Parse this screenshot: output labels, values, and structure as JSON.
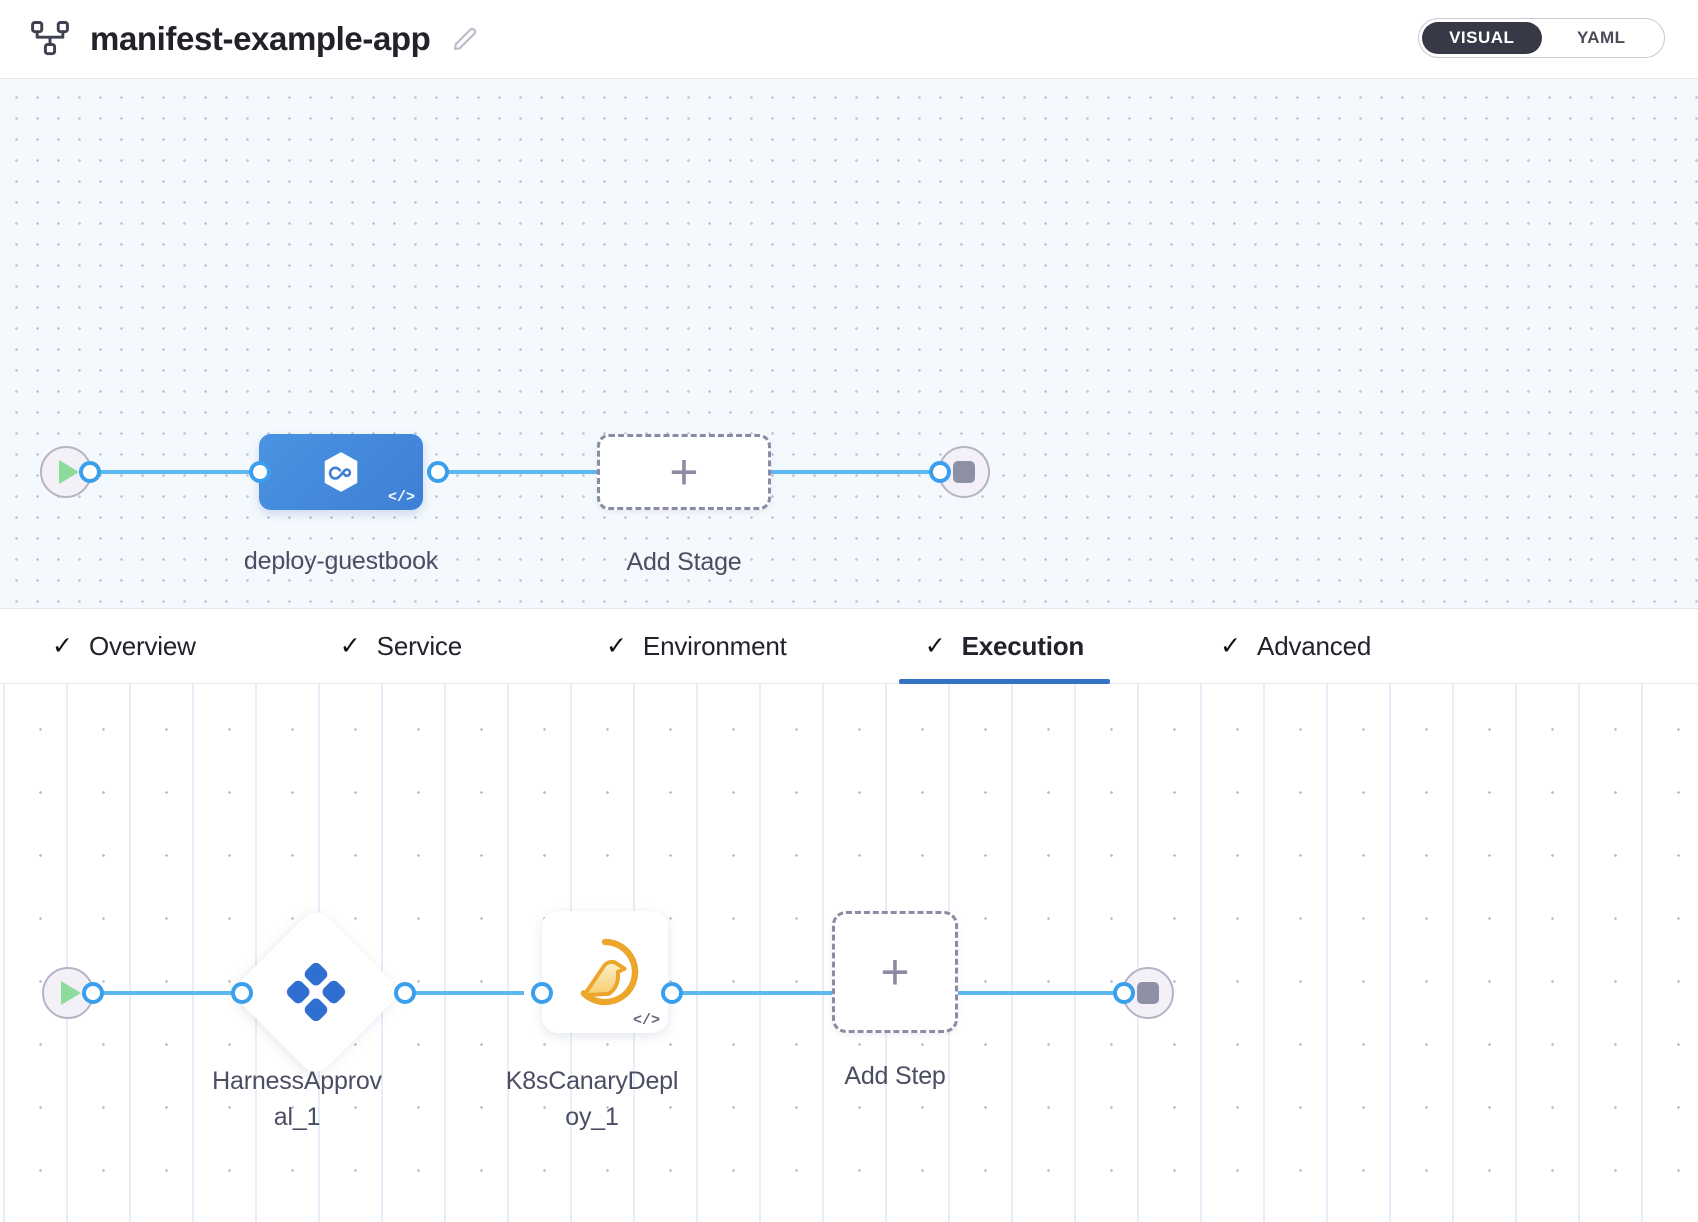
{
  "header": {
    "pipeline_icon": "pipeline-nodes-icon",
    "title": "manifest-example-app",
    "edit_icon": "pencil-edit-icon",
    "mode_toggle": {
      "visual_label": "VISUAL",
      "yaml_label": "YAML",
      "selected": "VISUAL"
    }
  },
  "colors": {
    "accent_blue": "#3574c5",
    "connector_blue": "#5db8f0",
    "stage_blue": "#4a93e2",
    "canary_orange": "#f0a92e",
    "harness_blue": "#2f6fd0",
    "toggle_dark": "#383946",
    "canvas_stage_bg": "#f4f9fd",
    "canvas_exec_bg": "#ffffff"
  },
  "stage_canvas": {
    "start_node": {
      "name": "pipeline-start",
      "icon": "play-icon"
    },
    "stage": {
      "label": "deploy-guestbook",
      "icon": "harness-hexagon-infinity-icon",
      "badge": "</>"
    },
    "add_stage": {
      "label": "Add Stage",
      "icon": "plus-icon"
    },
    "end_node": {
      "name": "pipeline-end",
      "icon": "stop-icon"
    }
  },
  "tabs": [
    {
      "label": "Overview",
      "check": "✓",
      "active": false
    },
    {
      "label": "Service",
      "check": "✓",
      "active": false
    },
    {
      "label": "Environment",
      "check": "✓",
      "active": false
    },
    {
      "label": "Execution",
      "check": "✓",
      "active": true
    },
    {
      "label": "Advanced",
      "check": "✓",
      "active": false
    }
  ],
  "execution_canvas": {
    "start_node": {
      "name": "execution-start",
      "icon": "play-icon"
    },
    "steps": [
      {
        "label": "HarnessApproval_1",
        "label_line1": "HarnessApprov",
        "label_line2": "al_1",
        "icon": "harness-approval-icon",
        "shape": "diamond",
        "badge": ""
      },
      {
        "label": "K8sCanaryDeploy_1",
        "label_line1": "K8sCanaryDepl",
        "label_line2": "oy_1",
        "icon": "canary-bird-icon",
        "shape": "square",
        "badge": "</>"
      }
    ],
    "add_step": {
      "label": "Add Step",
      "icon": "plus-icon"
    },
    "end_node": {
      "name": "execution-end",
      "icon": "stop-icon"
    }
  }
}
